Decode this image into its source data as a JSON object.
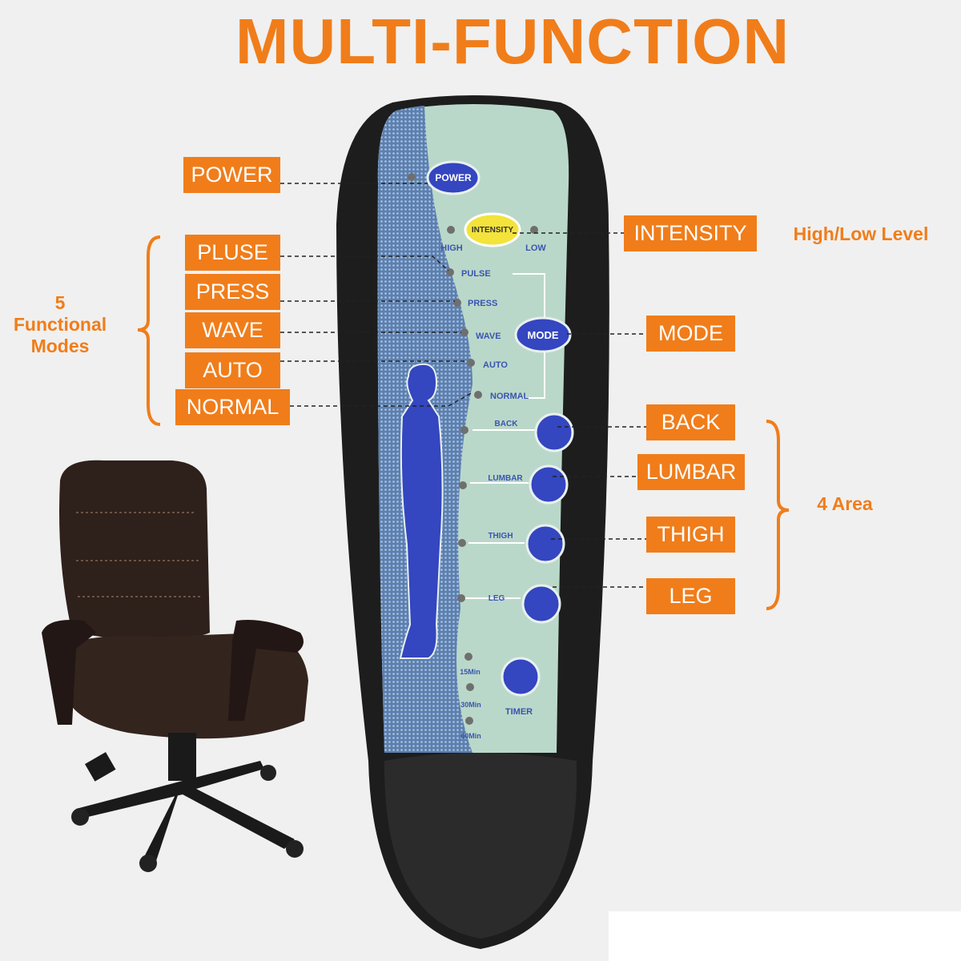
{
  "title": "MULTI-FUNCTION",
  "labels": {
    "power": "POWER",
    "modes": [
      "PLUSE",
      "PRESS",
      "WAVE",
      "AUTO",
      "NORMAL"
    ],
    "intensity": "INTENSITY",
    "mode": "MODE",
    "areas": [
      "BACK",
      "LUMBAR",
      "THIGH",
      "LEG"
    ]
  },
  "captions": {
    "modes": [
      "5",
      "Functional",
      "Modes"
    ],
    "high_low": "High/Low Level",
    "area": "4 Area"
  },
  "remote": {
    "power": "POWER",
    "intensity": "INTENSITY",
    "high": "HIGH",
    "low": "LOW",
    "modes": [
      "PULSE",
      "PRESS",
      "WAVE",
      "AUTO",
      "NORMAL"
    ],
    "mode": "MODE",
    "areas": [
      "BACK",
      "LUMBAR",
      "THIGH",
      "LEG"
    ],
    "timer": "TIMER",
    "timer_options": [
      "15Min",
      "30Min",
      "60Min"
    ]
  },
  "colors": {
    "accent": "#f07d1a",
    "button_blue": "#3446c0",
    "panel": "#b9d8c9",
    "intensity_yellow": "#f3e33a"
  }
}
